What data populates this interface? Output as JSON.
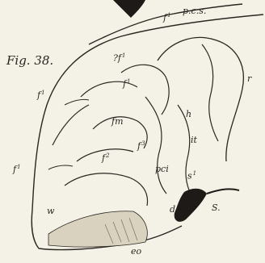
{
  "figure": {
    "title": "Fig. 38.",
    "labels": {
      "f1_top": "f",
      "f1_top_sup": "1",
      "pcs": "p.c.s.",
      "q_f1": "?f",
      "q_f1_sup": "1",
      "r": "r",
      "f1_left_upper": "f",
      "f1_left_upper_sup": "1",
      "f1_mid": "f",
      "f1_mid_sup": "1",
      "h": "h",
      "fm": "fm",
      "f3": "f",
      "f3_sup": "3",
      "it": "it",
      "f2": "f",
      "f2_sup": "2",
      "pci": "pci",
      "s1": "s",
      "s1_sup": "1",
      "f1_left_lower": "f",
      "f1_left_lower_sup": "1",
      "d": "d",
      "S": "S.",
      "w": "w",
      "eo": "eo"
    }
  }
}
